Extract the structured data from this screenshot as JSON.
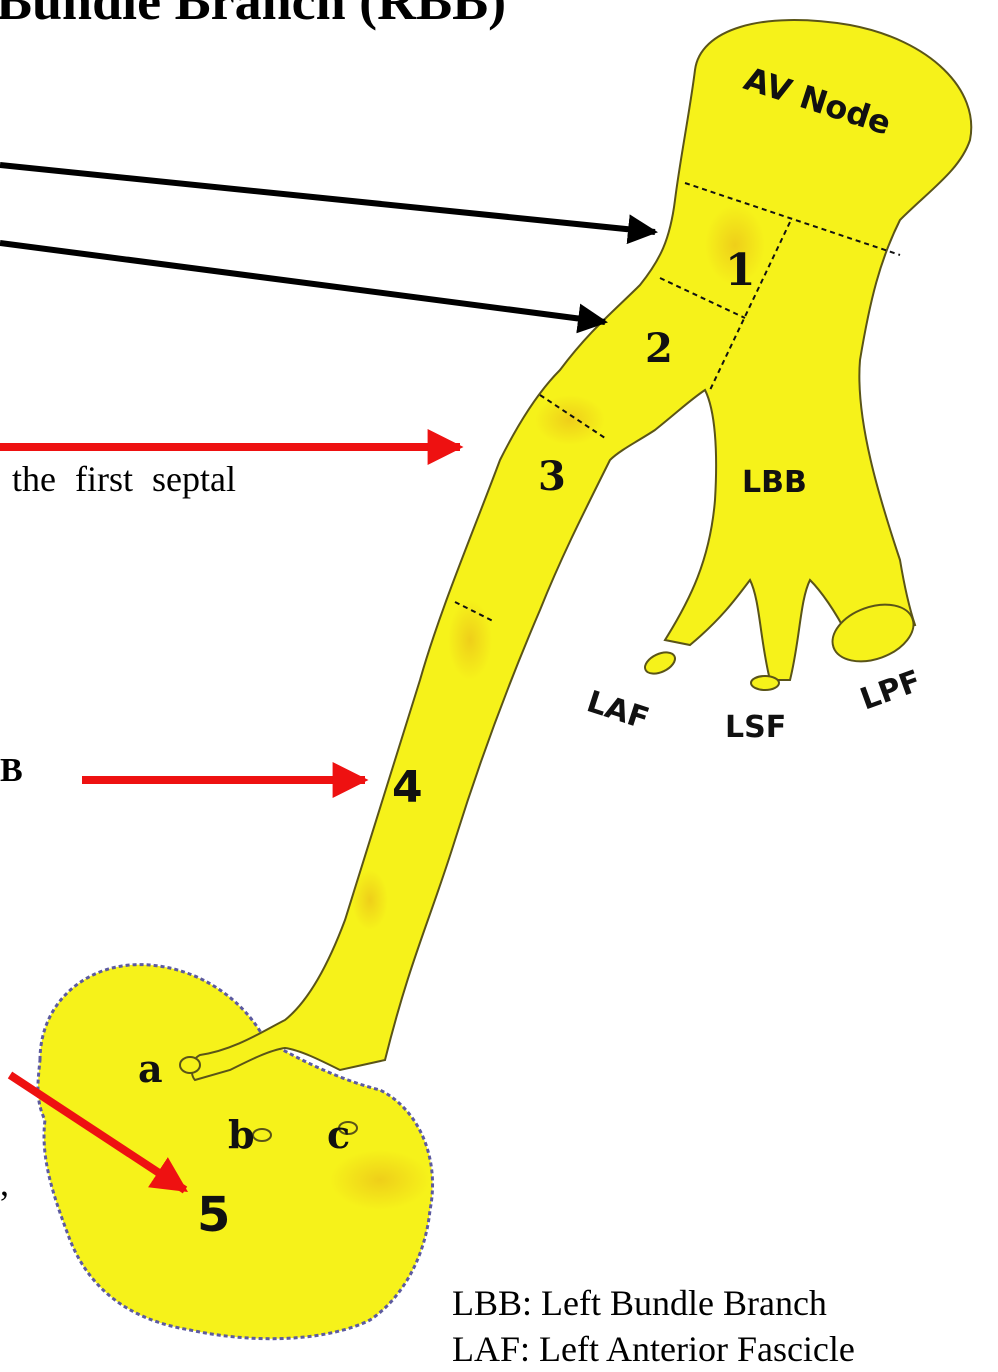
{
  "title": "Bundle Branch (RBB)",
  "text_fragments": {
    "septal": "the first septal",
    "bold_b": "B",
    "comma": ","
  },
  "labels": {
    "av_node": "AV Node",
    "lbb": "LBB",
    "laf": "LAF",
    "lsf": "LSF",
    "lpf": "LPF",
    "n1": "1",
    "n2": "2",
    "n3": "3",
    "n4": "4",
    "n5": "5",
    "a": "a",
    "b": "b",
    "c": "c"
  },
  "legend": [
    "LBB: Left Bundle Branch",
    "LAF: Left Anterior Fascicle"
  ],
  "colors": {
    "conduction_fill": "#f6f21a",
    "outline": "#5a5418",
    "black_arrow": "#000000",
    "red_arrow": "#ee1111",
    "purkinje_edge": "#5c5aa0"
  }
}
